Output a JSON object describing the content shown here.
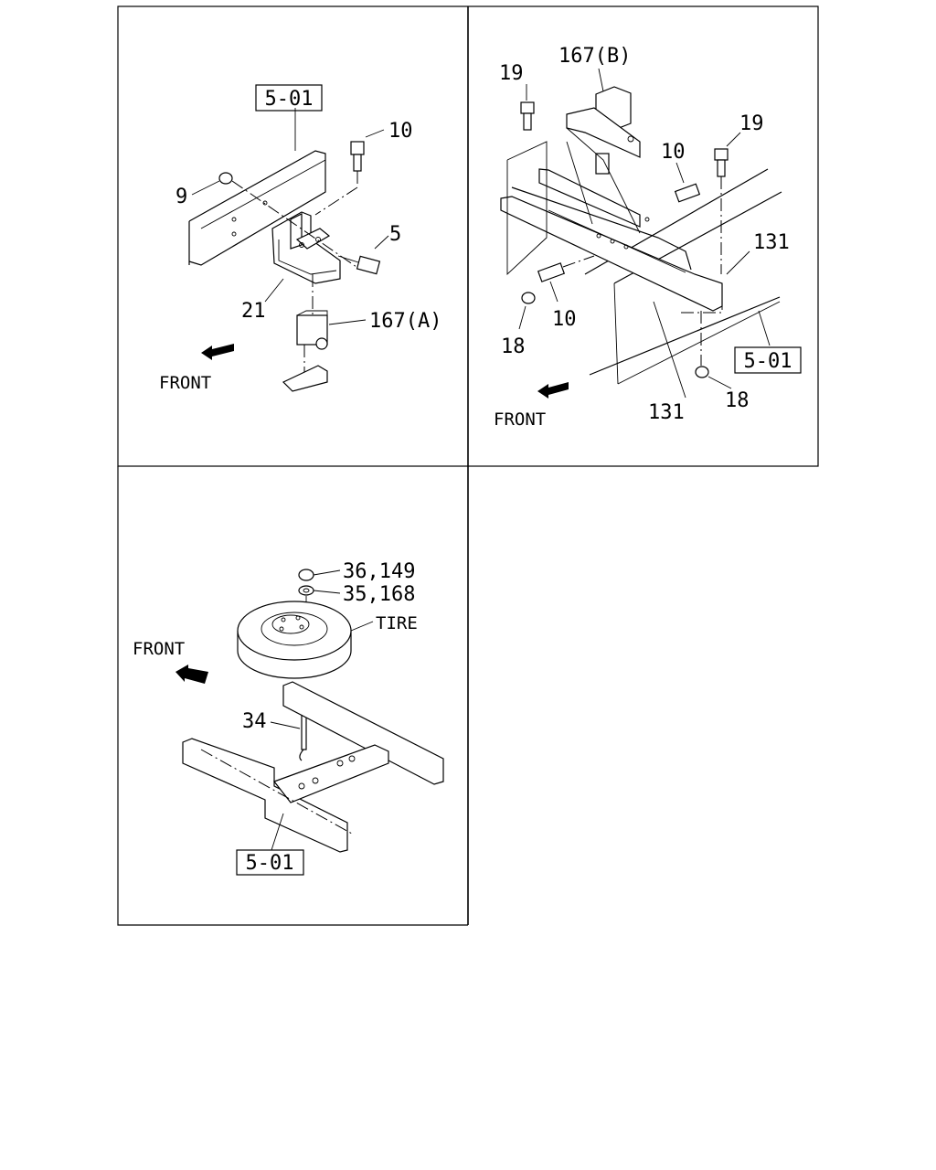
{
  "panel_a": {
    "ref": "5-01",
    "labels": {
      "p10": "10",
      "p9": "9",
      "p5": "5",
      "p21": "21",
      "p167a": "167(A)"
    },
    "front": "FRONT"
  },
  "panel_b": {
    "labels": {
      "p19_left": "19",
      "p167b": "167(B)",
      "p19_right": "19",
      "p10_top": "10",
      "p131_right": "131",
      "p10_bottom": "10",
      "p18_left": "18",
      "p131_bottom": "131",
      "p18_right": "18"
    },
    "ref": "5-01",
    "front": "FRONT"
  },
  "panel_c": {
    "labels": {
      "p36": "36,149",
      "p35": "35,168",
      "tire": "TIRE",
      "p34": "34"
    },
    "front": "FRONT",
    "ref": "5-01"
  },
  "colors": {
    "ink": "#000000",
    "paper": "#ffffff"
  }
}
